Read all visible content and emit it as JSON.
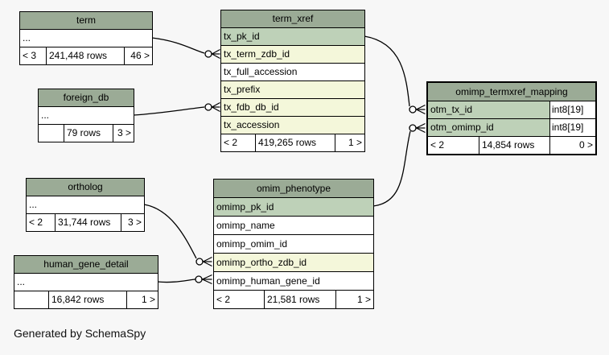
{
  "caption": "Generated by SchemaSpy",
  "palette": {
    "header": "#9bab96",
    "primary_key": "#bed1b8",
    "indexed": "#f4f7da",
    "plain": "#ffffff",
    "background": "#f7f7f7",
    "border": "#000000"
  },
  "tables": {
    "term": {
      "title": "term",
      "summary_row": "...",
      "footer": {
        "left": "< 3",
        "center": "241,448 rows",
        "right": "46 >"
      }
    },
    "term_xref": {
      "title": "term_xref",
      "columns": [
        {
          "name": "tx_pk_id",
          "kind": "primary_key"
        },
        {
          "name": "tx_term_zdb_id",
          "kind": "indexed"
        },
        {
          "name": "tx_full_accession",
          "kind": "plain"
        },
        {
          "name": "tx_prefix",
          "kind": "indexed"
        },
        {
          "name": "tx_fdb_db_id",
          "kind": "indexed"
        },
        {
          "name": "tx_accession",
          "kind": "indexed"
        }
      ],
      "footer": {
        "left": "< 2",
        "center": "419,265 rows",
        "right": "1 >"
      }
    },
    "foreign_db": {
      "title": "foreign_db",
      "summary_row": "...",
      "footer": {
        "left": "",
        "center": "79 rows",
        "right": "3 >"
      }
    },
    "omimp_termxref_mapping": {
      "title": "omimp_termxref_mapping",
      "columns": [
        {
          "name": "otm_tx_id",
          "type": "int8[19]",
          "kind": "primary_key"
        },
        {
          "name": "otm_omimp_id",
          "type": "int8[19]",
          "kind": "primary_key"
        }
      ],
      "footer": {
        "left": "< 2",
        "center": "14,854 rows",
        "right": "0 >"
      }
    },
    "ortholog": {
      "title": "ortholog",
      "summary_row": "...",
      "footer": {
        "left": "< 2",
        "center": "31,744 rows",
        "right": "3 >"
      }
    },
    "omim_phenotype": {
      "title": "omim_phenotype",
      "columns": [
        {
          "name": "omimp_pk_id",
          "kind": "primary_key"
        },
        {
          "name": "omimp_name",
          "kind": "plain"
        },
        {
          "name": "omimp_omim_id",
          "kind": "plain"
        },
        {
          "name": "omimp_ortho_zdb_id",
          "kind": "indexed"
        },
        {
          "name": "omimp_human_gene_id",
          "kind": "plain"
        }
      ],
      "footer": {
        "left": "< 2",
        "center": "21,581 rows",
        "right": "1 >"
      }
    },
    "human_gene_detail": {
      "title": "human_gene_detail",
      "summary_row": "...",
      "footer": {
        "left": "",
        "center": "16,842 rows",
        "right": "1 >"
      }
    }
  },
  "relationships": [
    {
      "from": "term",
      "to": "term_xref.tx_term_zdb_id"
    },
    {
      "from": "foreign_db",
      "to": "term_xref.tx_fdb_db_id"
    },
    {
      "from": "term_xref.tx_pk_id",
      "to": "omimp_termxref_mapping.otm_tx_id"
    },
    {
      "from": "omim_phenotype.omimp_pk_id",
      "to": "omimp_termxref_mapping.otm_omimp_id"
    },
    {
      "from": "ortholog",
      "to": "omim_phenotype.omimp_ortho_zdb_id"
    },
    {
      "from": "human_gene_detail",
      "to": "omim_phenotype.omimp_human_gene_id"
    }
  ]
}
